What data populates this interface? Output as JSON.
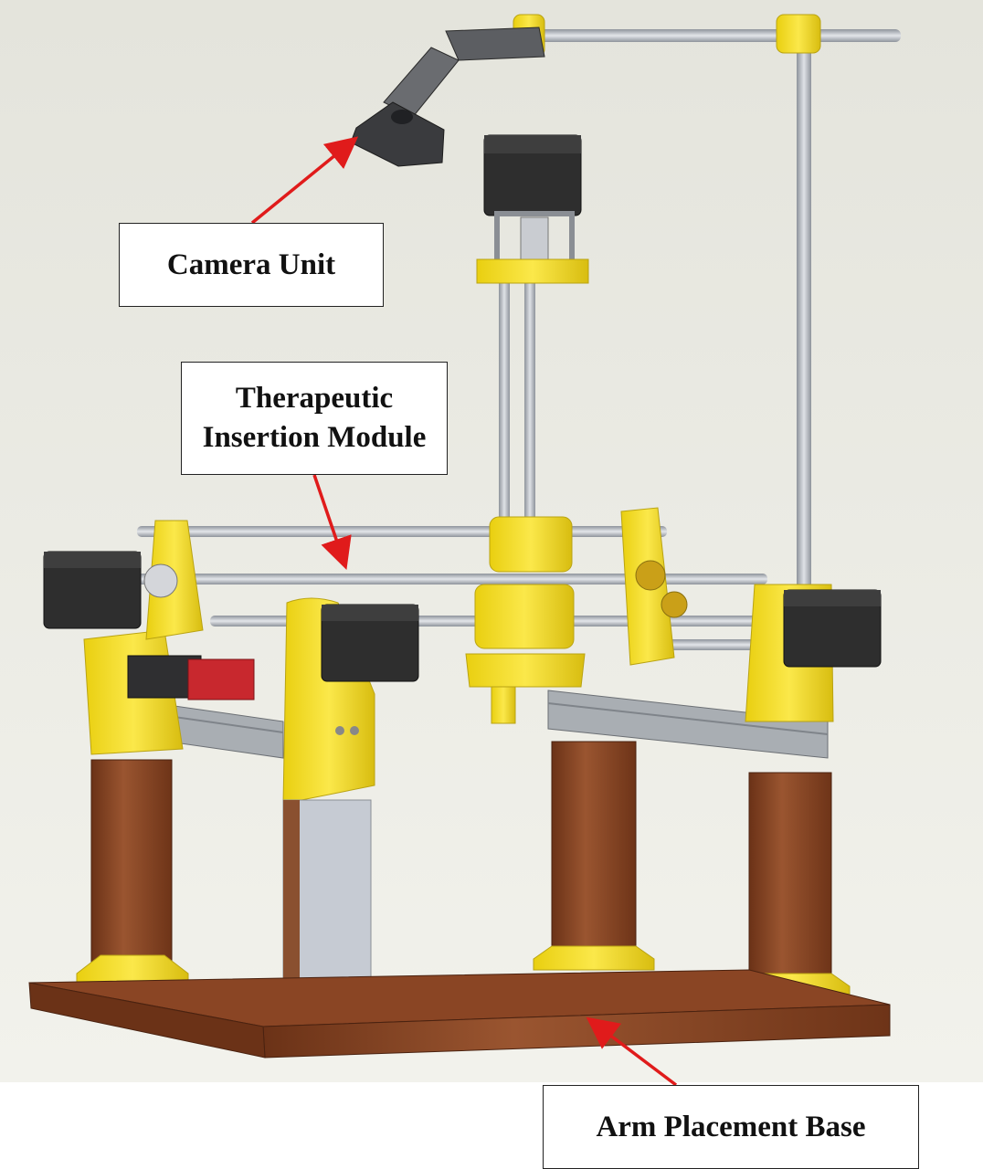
{
  "labels": {
    "camera": "Camera Unit",
    "insertion_line1": "Therapeutic",
    "insertion_line2": "Insertion Module",
    "base": "Arm Placement Base"
  },
  "colors": {
    "background_top": "#e4e4dc",
    "background_bottom": "#f2f2ec",
    "frame_yellow": "#f2dc1e",
    "frame_yellow_shadow": "#b9a312",
    "motor_black": "#2e2e2e",
    "rod_grey": "#b8bcc4",
    "rail_grey": "#a9aeb3",
    "wood_brown": "#7a3b1c",
    "wood_light": "#9a5530",
    "carriage_red": "#c8282e",
    "arrow_red": "#e01b1b"
  }
}
